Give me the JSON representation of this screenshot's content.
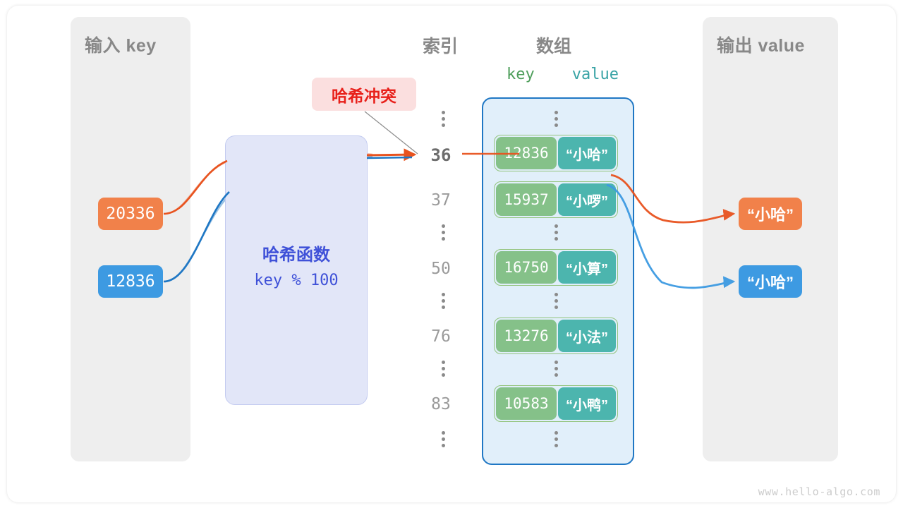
{
  "watermark": "www.hello-algo.com",
  "panels": {
    "input": {
      "title": "输入 key"
    },
    "output": {
      "title": "输出 value"
    }
  },
  "columns": {
    "index_title": "索引",
    "array_title": "数组",
    "key_label": "key",
    "value_label": "value"
  },
  "hash_function": {
    "title": "哈希函数",
    "expression": "key % 100"
  },
  "collision": {
    "label": "哈希冲突"
  },
  "inputs": [
    {
      "value": "20336",
      "color": "#f1814a"
    },
    {
      "value": "12836",
      "color": "#3d9ae2"
    }
  ],
  "outputs": [
    {
      "value": "“小哈”",
      "color": "#f1814a"
    },
    {
      "value": "“小哈”",
      "color": "#3d9ae2"
    }
  ],
  "indices": [
    "36",
    "37",
    "50",
    "76",
    "83"
  ],
  "highlighted_index": "36",
  "cells": [
    {
      "key": "12836",
      "value": "“小哈”"
    },
    {
      "key": "15937",
      "value": "“小啰”"
    },
    {
      "key": "16750",
      "value": "“小算”"
    },
    {
      "key": "13276",
      "value": "“小法”"
    },
    {
      "key": "10583",
      "value": "“小鸭”"
    }
  ],
  "colors": {
    "panel_bg": "#eeeeee",
    "array_bg": "#e1effa",
    "array_border": "#1f77c4",
    "cell_key_bg": "#85c189",
    "cell_value_bg": "#4cb5ae",
    "cell_border": "#93c47d",
    "hash_bg": "#e2e6f8",
    "hash_border": "#c3cbf0",
    "hash_text": "#3f51d8",
    "collision_bg": "#fbdfdf",
    "collision_text": "#e8201a",
    "orange": "#e8531f",
    "blue": "#1f77c4",
    "label_gray": "#888888"
  }
}
